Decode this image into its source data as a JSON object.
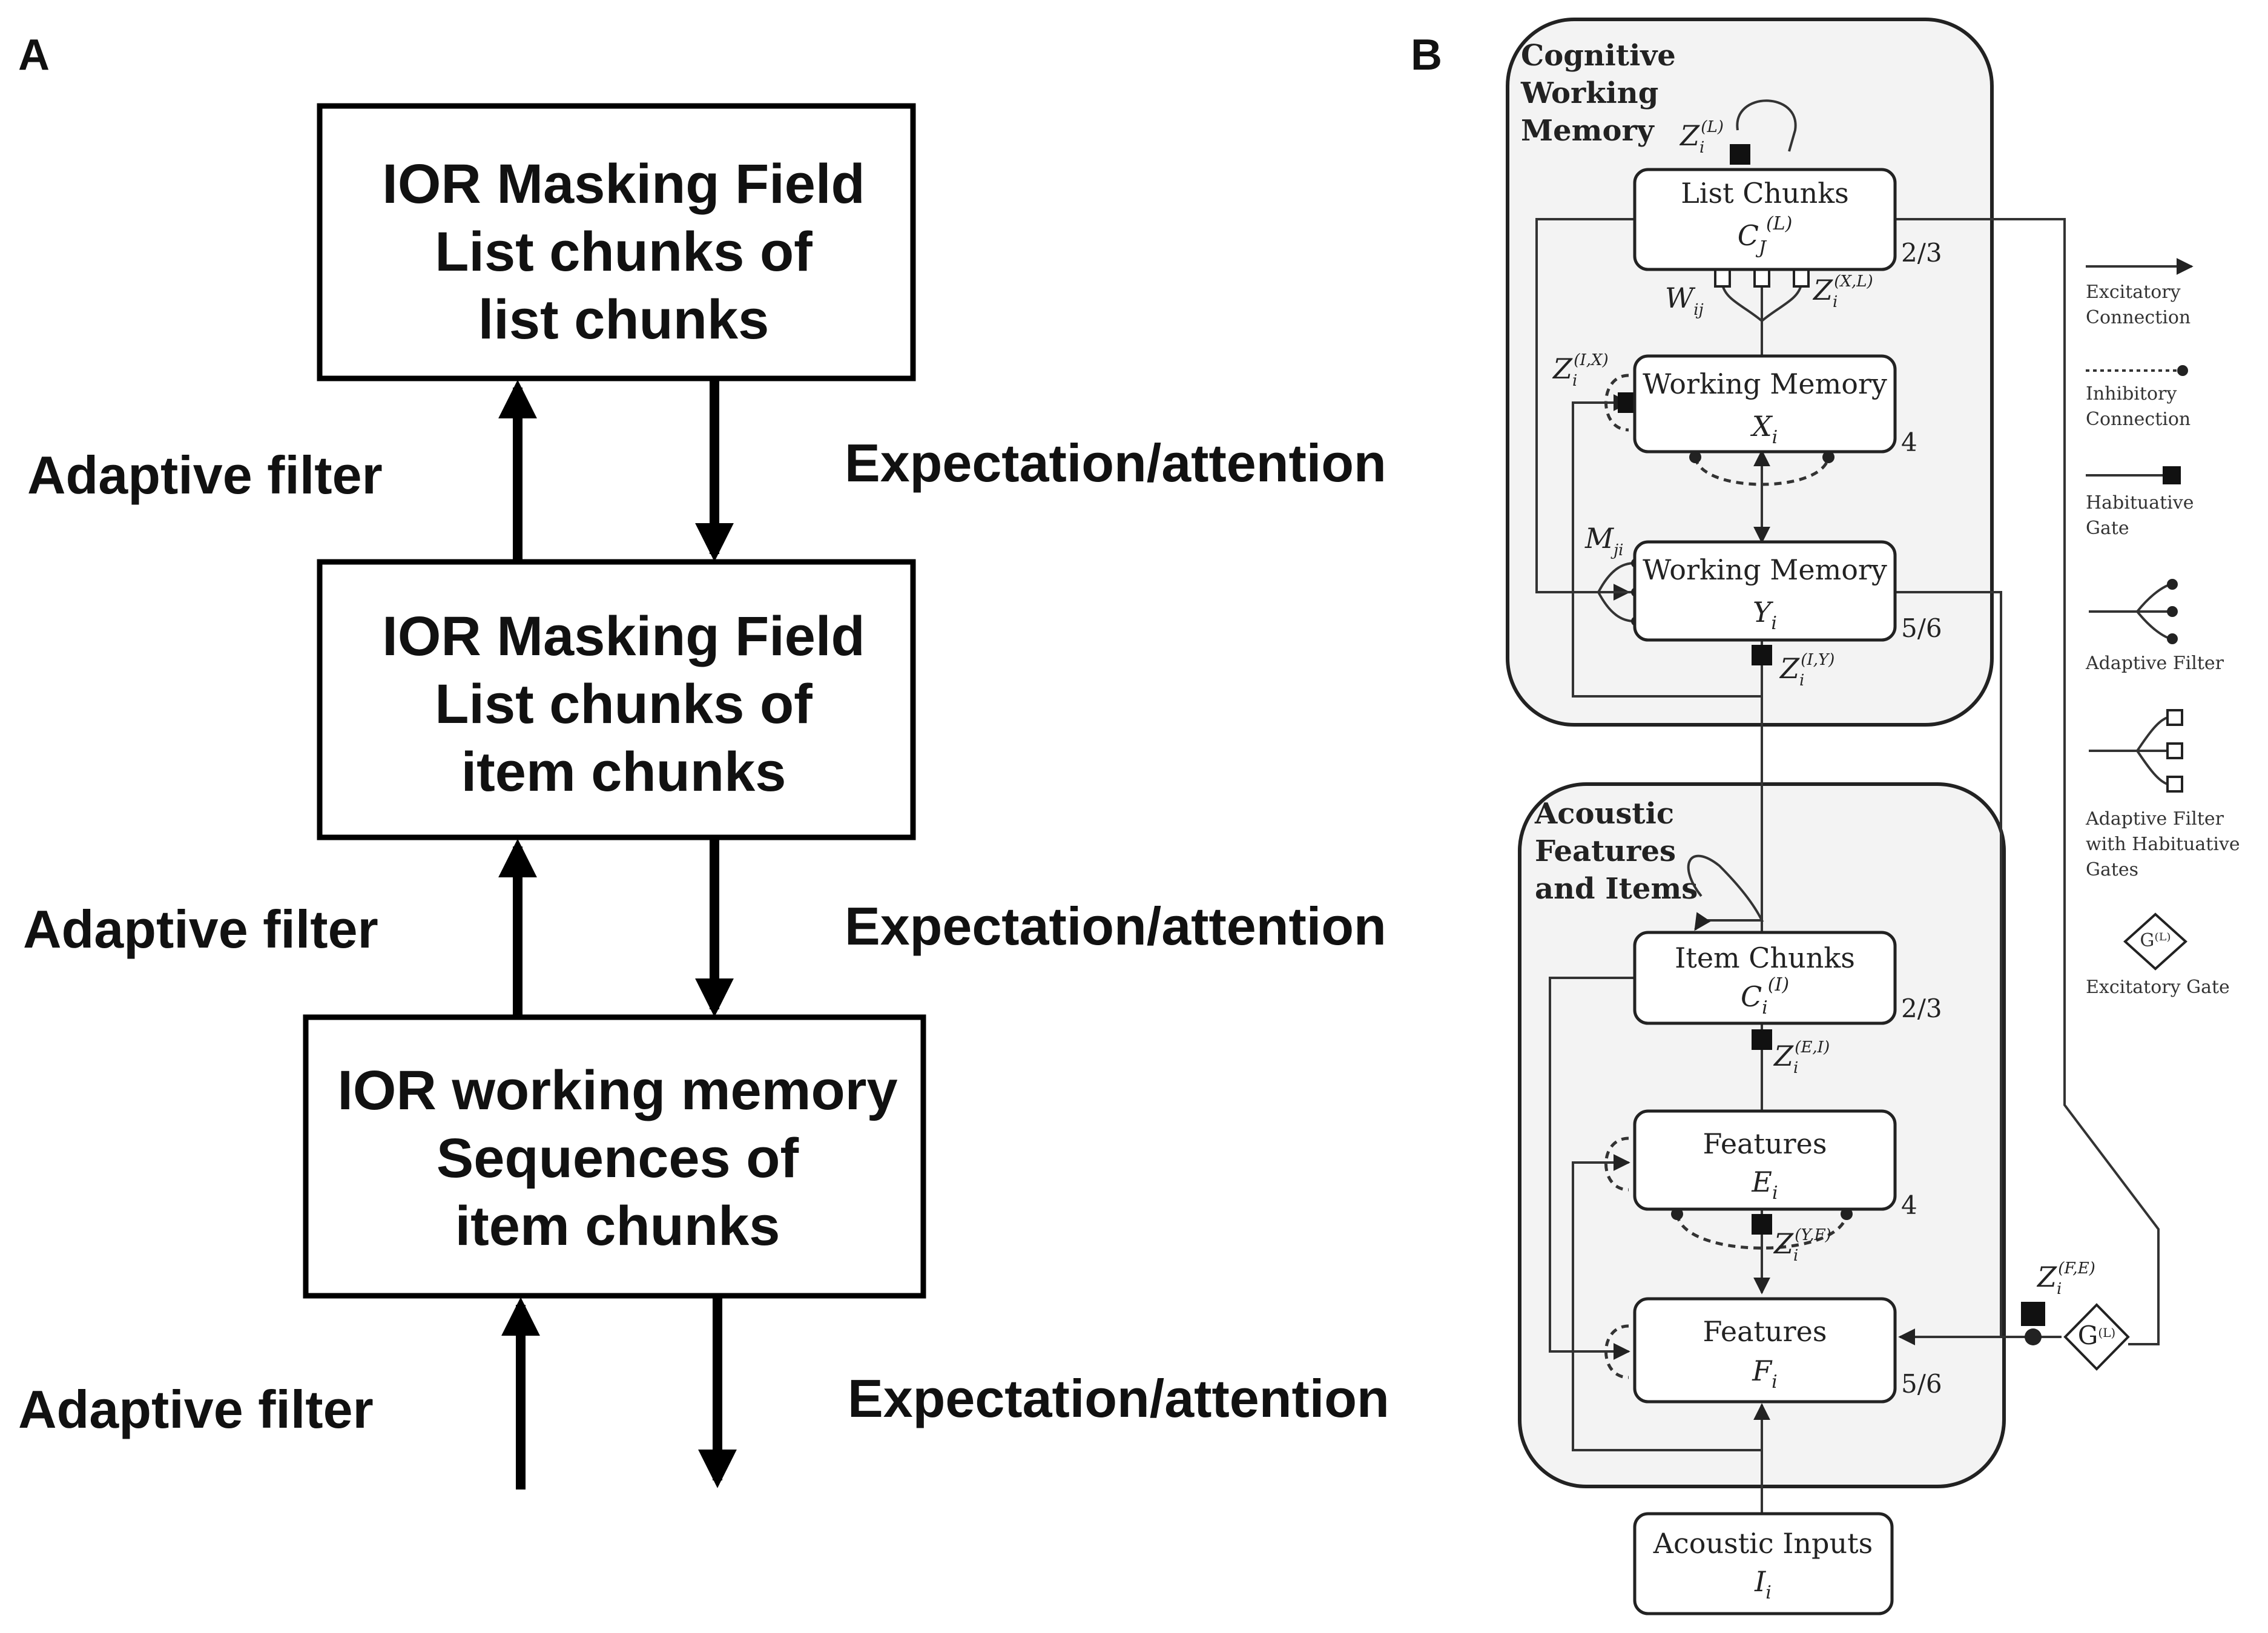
{
  "panel_a": {
    "label": "A",
    "boxes": [
      {
        "lines": [
          "IOR Masking Field",
          "List chunks of",
          "list chunks"
        ]
      },
      {
        "lines": [
          "IOR Masking Field",
          "List chunks of",
          "item chunks"
        ]
      },
      {
        "lines": [
          "IOR working memory",
          "Sequences of",
          "item chunks"
        ]
      }
    ],
    "left_labels": [
      "Adaptive filter",
      "Adaptive filter",
      "Adaptive filter"
    ],
    "right_labels": [
      "Expectation/attention",
      "Expectation/attention",
      "Expectation/attention"
    ]
  },
  "panel_b": {
    "label": "B",
    "groups": {
      "cognitive": [
        "Cognitive",
        "Working",
        "Memory"
      ],
      "acoustic": [
        "Acoustic",
        "Features",
        "and Items"
      ]
    },
    "nodes": {
      "list_chunks": {
        "title": "List Chunks",
        "symbol": "C",
        "sub": "J",
        "sup": "(L)",
        "layer": "2/3"
      },
      "wm_x": {
        "title": "Working Memory",
        "symbol": "X",
        "sub": "i",
        "layer": "4"
      },
      "wm_y": {
        "title": "Working Memory",
        "symbol": "Y",
        "sub": "i",
        "layer": "5/6"
      },
      "item_chunks": {
        "title": "Item Chunks",
        "symbol": "C",
        "sub": "i",
        "sup": "(I)",
        "layer": "2/3"
      },
      "features_e": {
        "title": "Features",
        "symbol": "E",
        "sub": "i",
        "layer": "4"
      },
      "features_f": {
        "title": "Features",
        "symbol": "F",
        "sub": "i",
        "layer": "5/6"
      },
      "inputs": {
        "title": "Acoustic Inputs",
        "symbol": "I",
        "sub": "i"
      }
    },
    "gates": {
      "z_l": {
        "sym": "Z",
        "sub": "i",
        "sup": "(L)"
      },
      "w_ij": {
        "sym": "W",
        "sub": "ij"
      },
      "z_xl": {
        "sym": "Z",
        "sub": "i",
        "sup": "(X,L)"
      },
      "z_ix": {
        "sym": "Z",
        "sub": "i",
        "sup": "(I,X)"
      },
      "m_ji": {
        "sym": "M",
        "sub": "ji"
      },
      "z_iy": {
        "sym": "Z",
        "sub": "i",
        "sup": "(I,Y)"
      },
      "z_ei": {
        "sym": "Z",
        "sub": "i",
        "sup": "(E,I)"
      },
      "z_yf": {
        "sym": "Z",
        "sub": "i",
        "sup": "(Y,F)"
      },
      "z_fe": {
        "sym": "Z",
        "sub": "i",
        "sup": "(F,E)"
      },
      "g_l": {
        "sym": "G",
        "sup": "(L)"
      }
    },
    "legend": [
      {
        "icon": "excitatory-arrow",
        "lines": [
          "Excitatory",
          "Connection"
        ]
      },
      {
        "icon": "inhibitory-dot",
        "lines": [
          "Inhibitory",
          "Connection"
        ]
      },
      {
        "icon": "habituative-square",
        "lines": [
          "Habituative",
          "Gate"
        ]
      },
      {
        "icon": "adaptive-filter",
        "lines": [
          "Adaptive Filter"
        ]
      },
      {
        "icon": "adaptive-filter-gated",
        "lines": [
          "Adaptive Filter",
          "with Habituative",
          "Gates"
        ]
      },
      {
        "icon": "excitatory-gate-diamond",
        "lines": [
          "Excitatory Gate"
        ],
        "glyph": "G⁽ᴸ⁾"
      }
    ]
  }
}
